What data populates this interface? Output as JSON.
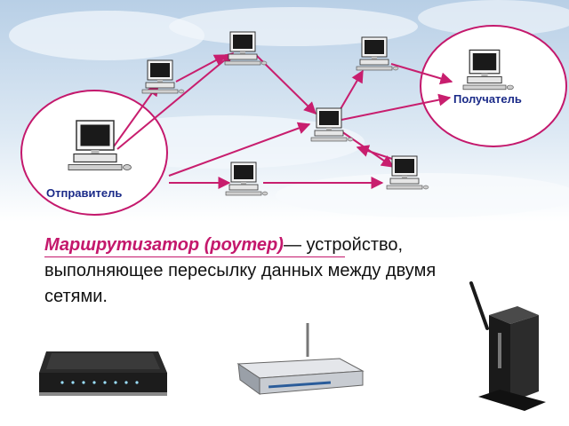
{
  "labels": {
    "sender": "Отправитель",
    "receiver": "Получатель"
  },
  "definition": {
    "term": "Маршрутизатор (роутер)",
    "rest": "— устройство, выполняющее пересылку данных между двумя  сетями."
  },
  "colors": {
    "arrow": "#c81e6e",
    "circle": "#c4186c",
    "term": "#c4186c",
    "label": "#1a2a88"
  },
  "icons": [
    "computer-icon",
    "router-icon"
  ]
}
